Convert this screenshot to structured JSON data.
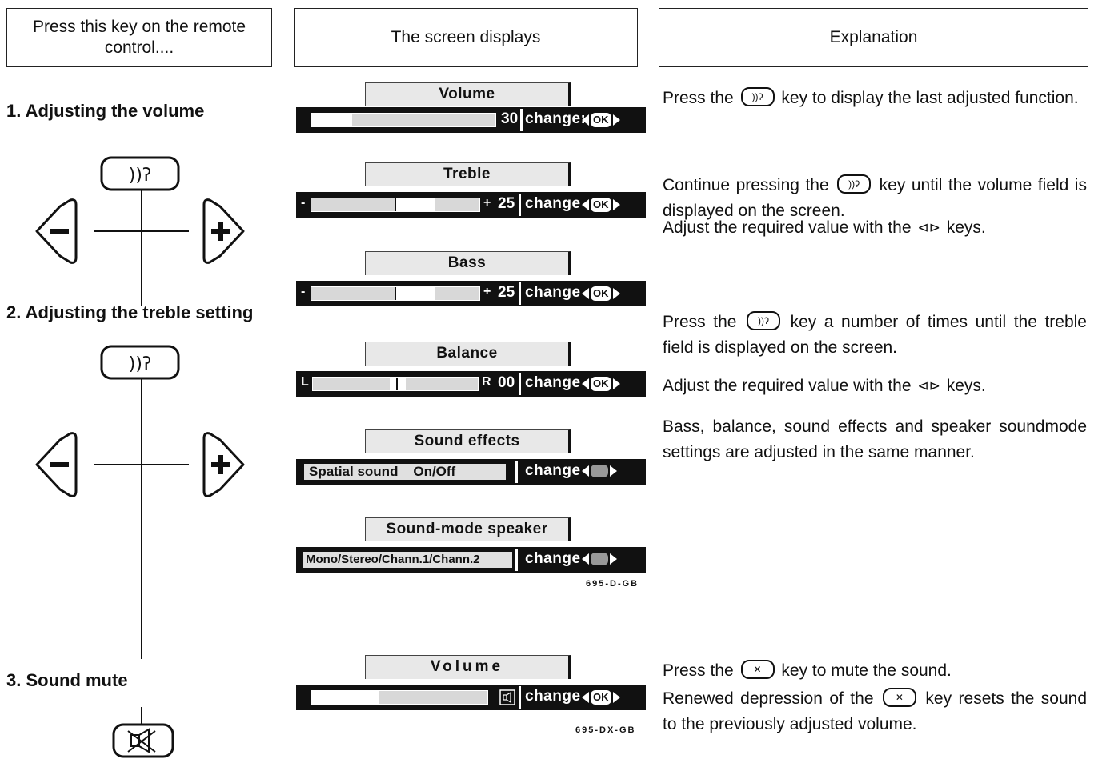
{
  "headers": {
    "col1": "Press this key on the remote control....",
    "col2": "The screen displays",
    "col3": "Explanation"
  },
  "steps": {
    "s1": "1. Adjusting the volume",
    "s2": "2. Adjusting the treble setting",
    "s3": "3. Sound mute"
  },
  "osd": {
    "volume": {
      "title": "Volume",
      "value": "30",
      "change": "change:",
      "ok": "OK",
      "level": 0.22
    },
    "treble": {
      "title": "Treble",
      "minus": "-",
      "plus": "+",
      "value": "25",
      "change": "change",
      "ok": "OK",
      "level": 0.5
    },
    "bass": {
      "title": "Bass",
      "minus": "-",
      "plus": "+",
      "value": "25",
      "change": "change",
      "ok": "OK",
      "level": 0.5
    },
    "balance": {
      "title": "Balance",
      "left": "L",
      "right": "R",
      "value": "00",
      "change": "change",
      "ok": "OK",
      "level": 0.5
    },
    "effects": {
      "title": "Sound effects",
      "text": "Spatial sound    On/Off",
      "change": "change"
    },
    "speaker": {
      "title": "Sound-mode speaker",
      "text": "Mono/Stereo/Chann.1/Chann.2",
      "change": "change"
    },
    "code1": "695-D-GB",
    "mute": {
      "title": "Volume",
      "change": "change",
      "ok": "OK",
      "level": 0.38
    },
    "code2": "695-DX-GB"
  },
  "explanation": {
    "p1a": "Press the",
    "p1b": "key to display the last adjusted function.",
    "p2a": "Continue pressing the",
    "p2b": "key until the volume field is displayed on the screen.",
    "p3a": "Adjust the required value with the",
    "p3b": "keys.",
    "p4a": "Press the",
    "p4b": "key a number of times until the treble field is displayed on the screen.",
    "p5a": "Adjust the required value with the",
    "p5b": "keys.",
    "p6": "Bass, balance, sound effects and speaker soundmode settings are adjusted in the same manner.",
    "p7a": "Press the",
    "p7b": "key to mute the sound.",
    "p8a": "Renewed depression of the",
    "p8b": "key resets the sound to the previously adjusted volume."
  },
  "icons": {
    "sound_key": "ear-sound-icon",
    "minus_key": "minus-icon",
    "plus_key": "plus-icon",
    "mute_key": "mute-icon"
  }
}
